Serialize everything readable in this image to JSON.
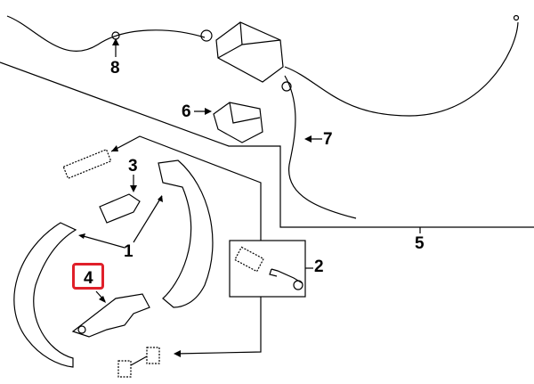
{
  "diagram": {
    "callouts": [
      "1",
      "2",
      "3",
      "4",
      "5",
      "6",
      "7",
      "8"
    ],
    "highlighted_callout": "4",
    "highlight_color": "#e0202a",
    "line_color": "#000000"
  }
}
